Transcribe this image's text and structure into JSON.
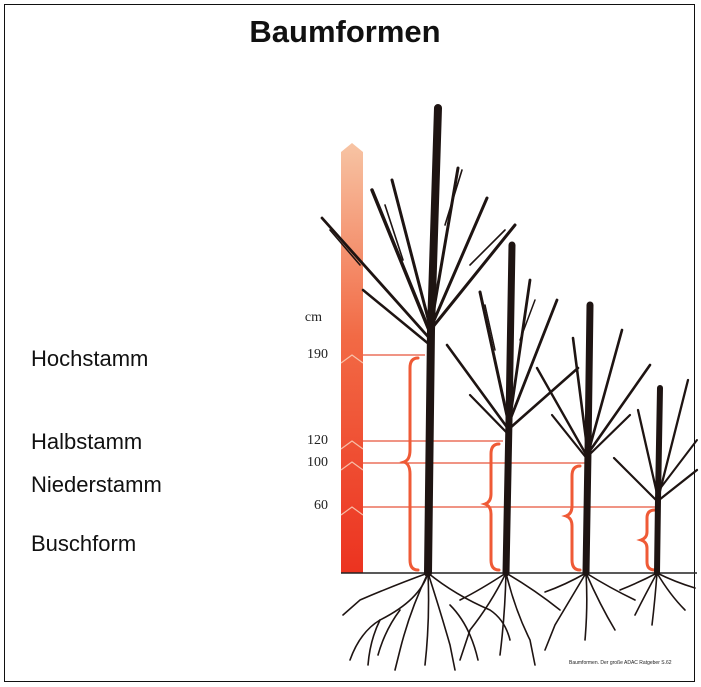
{
  "title": "Baumformen",
  "scale": {
    "unit": "cm",
    "ticks": [
      "190",
      "120",
      "100",
      "60"
    ]
  },
  "forms": [
    {
      "label": "Hochstamm",
      "height_cm": 190
    },
    {
      "label": "Halbstamm",
      "height_cm": 120
    },
    {
      "label": "Niederstamm",
      "height_cm": 100
    },
    {
      "label": "Buschform",
      "height_cm": 60
    }
  ],
  "caption": "Baumformen. Der große ADAC Ratgeber S.62",
  "colors": {
    "arrow_top": "#f7c4a4",
    "arrow_bottom": "#ef3b24",
    "line": "#e8553a",
    "tree": "#1e1412"
  }
}
